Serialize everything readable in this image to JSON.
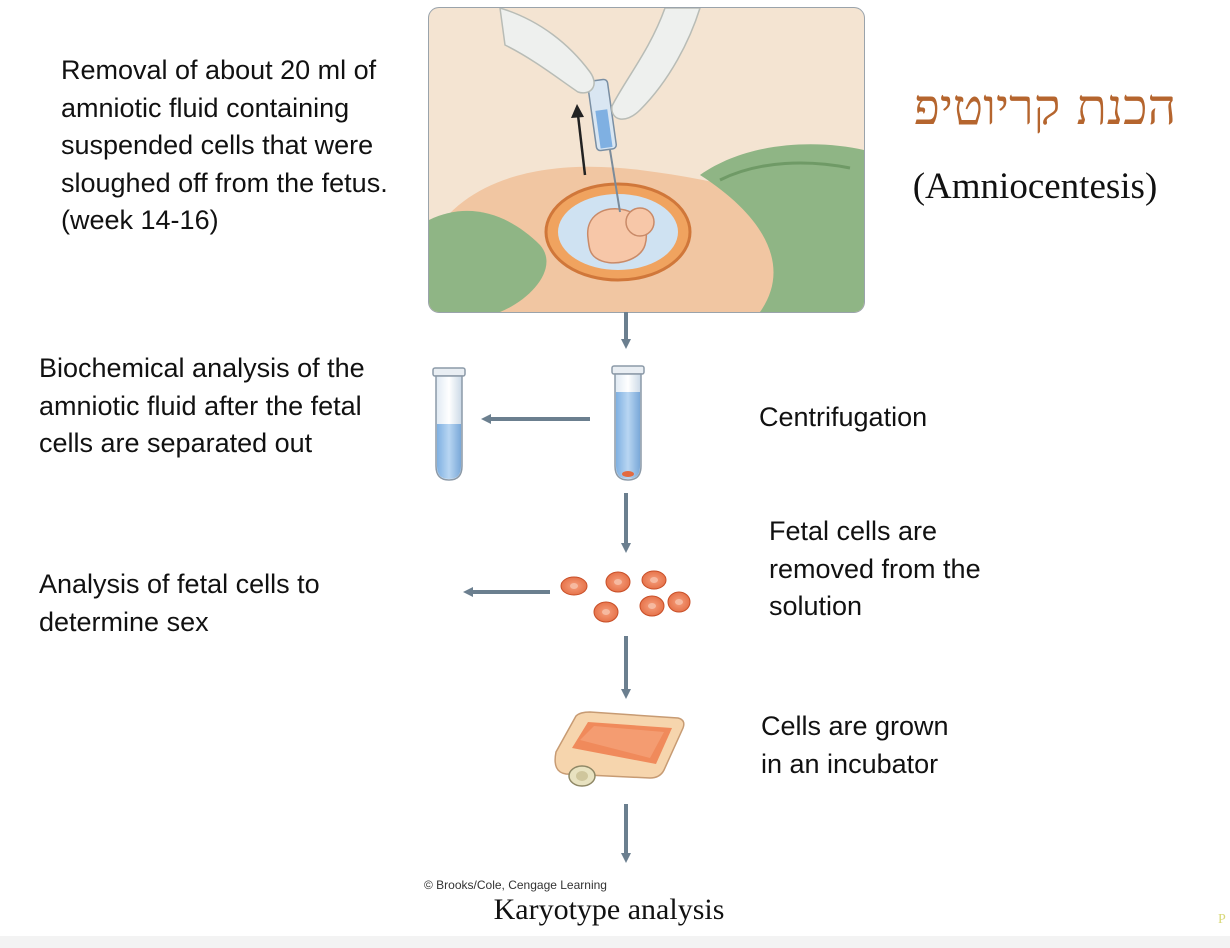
{
  "title": {
    "hebrew": "הכנת קריוטיפ",
    "english": "(Amniocentesis)"
  },
  "steps": {
    "removal": "Removal of about 20 ml of amniotic fluid containing suspended cells that were sloughed off from the fetus. (week 14-16)",
    "centrifugation": "Centrifugation",
    "biochemical": "Biochemical analysis of the amniotic fluid after the fetal cells are separated out",
    "fetal_cells_removed": "Fetal cells are removed from the solution",
    "sex_analysis": "Analysis of fetal cells to determine sex",
    "incubator": "Cells are grown in an incubator",
    "karyotype": "Karyotype analysis"
  },
  "credit": "© Brooks/Cole, Cengage Learning",
  "corner_mark": "P",
  "colors": {
    "title_accent": "#b5652e",
    "arrow": "#6b7f8f",
    "fluid": "#a9c9ec",
    "cell": "#e8774f",
    "drape": "#8fb585",
    "skin": "#f2c9a6"
  }
}
